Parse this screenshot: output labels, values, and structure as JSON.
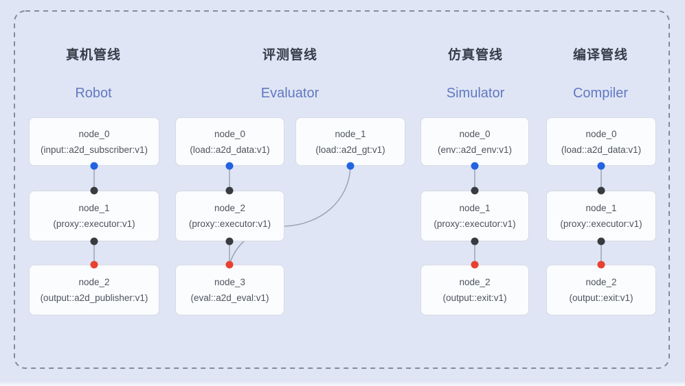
{
  "diagram": {
    "pipelines": [
      {
        "title_zh": "真机管线",
        "title_en": "Robot",
        "nodes": [
          {
            "name": "node_0",
            "type": "(input::a2d_subscriber:v1)"
          },
          {
            "name": "node_1",
            "type": "(proxy::executor:v1)"
          },
          {
            "name": "node_2",
            "type": "(output::a2d_publisher:v1)"
          }
        ],
        "connections": [
          "node_0 -> node_1",
          "node_1 -> node_2"
        ]
      },
      {
        "title_zh": "评测管线",
        "title_en": "Evaluator",
        "nodes": [
          {
            "name": "node_0",
            "type": "(load::a2d_data:v1)"
          },
          {
            "name": "node_1",
            "type": "(load::a2d_gt:v1)"
          },
          {
            "name": "node_2",
            "type": "(proxy::executor:v1)"
          },
          {
            "name": "node_3",
            "type": "(eval::a2d_eval:v1)"
          }
        ],
        "connections": [
          "node_0 -> node_2",
          "node_1 -> node_3",
          "node_2 -> node_3"
        ]
      },
      {
        "title_zh": "仿真管线",
        "title_en": "Simulator",
        "nodes": [
          {
            "name": "node_0",
            "type": "(env::a2d_env:v1)"
          },
          {
            "name": "node_1",
            "type": "(proxy::executor:v1)"
          },
          {
            "name": "node_2",
            "type": "(output::exit:v1)"
          }
        ],
        "connections": [
          "node_0 -> node_1",
          "node_1 -> node_2"
        ]
      },
      {
        "title_zh": "编译管线",
        "title_en": "Compiler",
        "nodes": [
          {
            "name": "node_0",
            "type": "(load::a2d_data:v1)"
          },
          {
            "name": "node_1",
            "type": "(proxy::executor:v1)"
          },
          {
            "name": "node_2",
            "type": "(output::exit:v1)"
          }
        ],
        "connections": [
          "node_0 -> node_1",
          "node_1 -> node_2"
        ]
      }
    ],
    "colors": {
      "background": "#dfe5f4",
      "box_fill": "#fbfcfe",
      "box_border": "#d6dae3",
      "dashed_border": "#848b97",
      "edge": "#9aa4b6",
      "title_zh": "#363c48",
      "title_en": "#6178c1",
      "node_text": "#4d525c",
      "source_output_port": "#2363e1",
      "executor_port": "#3a3b3f",
      "sink_input_port": "#e84130"
    }
  }
}
